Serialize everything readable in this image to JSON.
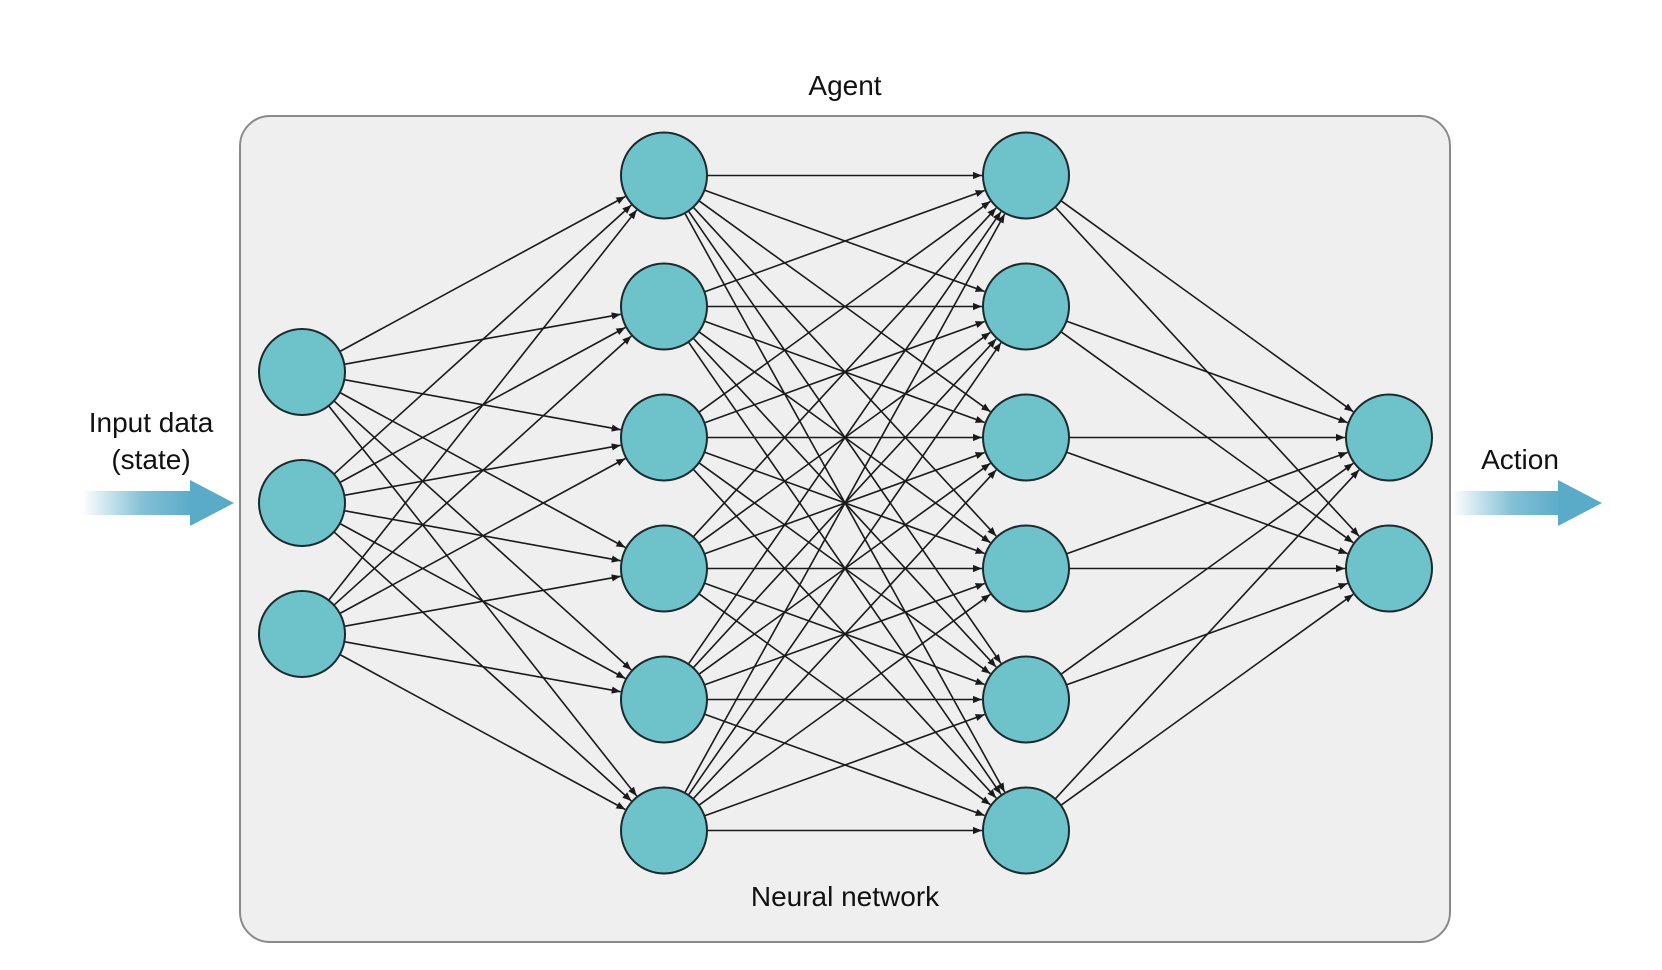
{
  "diagram": {
    "title": "Agent",
    "subtitle": "Neural network",
    "input_label_line1": "Input data",
    "input_label_line2": "(state)",
    "output_label": "Action"
  },
  "network": {
    "layer_sizes": [
      3,
      6,
      6,
      2
    ],
    "connectivity": "fully-connected"
  },
  "colors": {
    "node_fill": "#6ec3cb",
    "node_stroke": "#1c2a2c",
    "edge": "#1a1a1a",
    "panel_fill": "#efefef",
    "panel_stroke": "#8a8a8a",
    "flow_arrow": "#5aabc8"
  }
}
